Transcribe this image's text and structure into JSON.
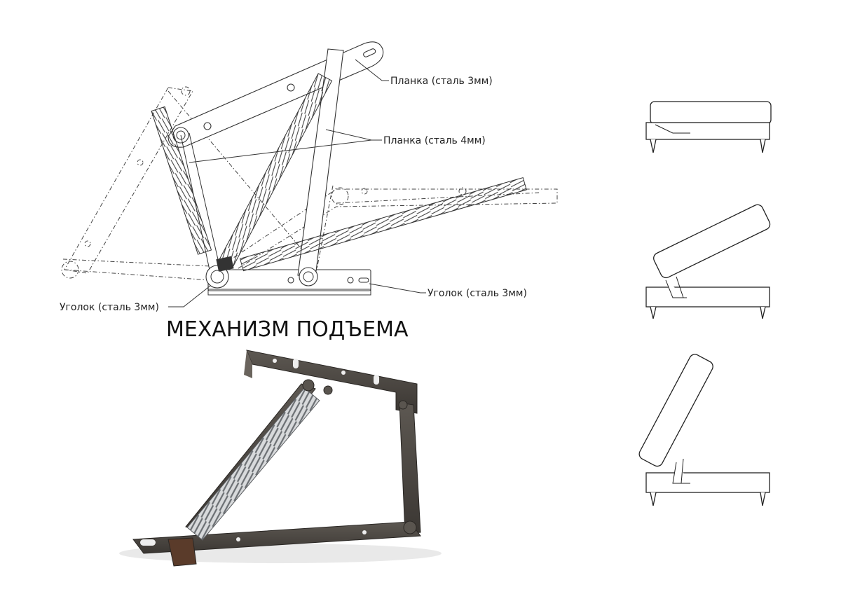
{
  "labels": {
    "plank_3mm": "Планка (сталь 3мм)",
    "plank_4mm": "Планка (сталь 4мм)",
    "corner_right": "Уголок (сталь 3мм)",
    "corner_left": "Уголок (сталь 3мм)"
  },
  "title": "МЕХАНИЗМ ПОДЪЕМА",
  "colors": {
    "line": "#333333",
    "metal": "#4a4540",
    "spring": "#bfc2c5"
  }
}
